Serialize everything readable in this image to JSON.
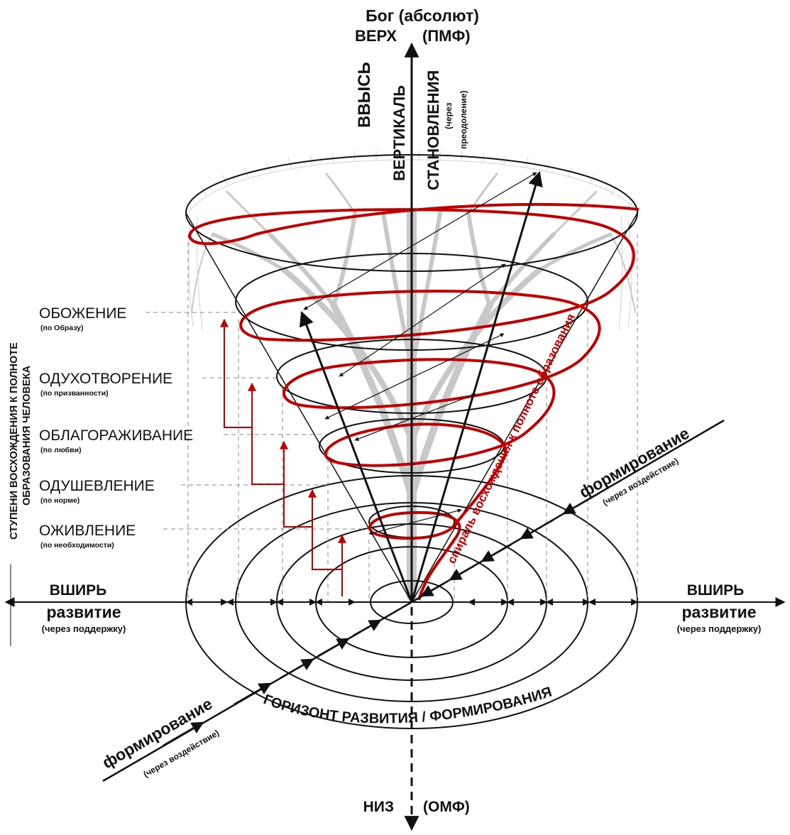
{
  "top": {
    "god": "Бог (абсолют)",
    "up": "ВЕРХ",
    "pmf": "(ПМФ)"
  },
  "vertical": {
    "vvys": "ВВЫСЬ",
    "vertikal": "ВЕРТИКАЛЬ",
    "stanovlenie": "СТАНОВЛЕНИЯ",
    "cherez": "(через",
    "preodolenie": "преодоление)"
  },
  "side_caption": {
    "line1": "СТУПЕНИ ВОСХОЖДЕНИЯ К ПОЛНОТЕ",
    "line2": "ОБРАЗОВАНИЯ ЧЕЛОВЕКА"
  },
  "stages": [
    {
      "title": "ОБОЖЕНИЕ",
      "sub": "(по Образу)"
    },
    {
      "title": "ОДУХОТВОРЕНИЕ",
      "sub": "(по призванности)"
    },
    {
      "title": "ОБЛАГОРАЖИВАНИЕ",
      "sub": "(по любви)"
    },
    {
      "title": "ОДУШЕВЛЕНИЕ",
      "sub": "(по норме)"
    },
    {
      "title": "ОЖИВЛЕНИЕ",
      "sub": "(по необходимости)"
    }
  ],
  "left_axis": {
    "vshir": "ВШИРЬ",
    "razvitie": "развитие",
    "podderzhka": "(через поддержку)"
  },
  "right_axis": {
    "vshir": "ВШИРЬ",
    "razvitie": "развитие",
    "podderzhka": "(через поддержку)"
  },
  "formirovanie_upper": {
    "title": "формирование",
    "sub": "(через воздействие)"
  },
  "formirovanie_lower": {
    "title": "формирование",
    "sub": "(через воздействие)"
  },
  "spiral_label": "спираль восхождения к полноте образования",
  "horizon_label": "ГОРИЗОНТ РАЗВИТИЯ / ФОРМИРОВАНИЯ",
  "bottom": {
    "down": "НИЗ",
    "omf": "(ОМФ)"
  },
  "colors": {
    "red": "#c00000",
    "black": "#111111",
    "tree": "#c8c8c8",
    "guide": "#888888"
  }
}
